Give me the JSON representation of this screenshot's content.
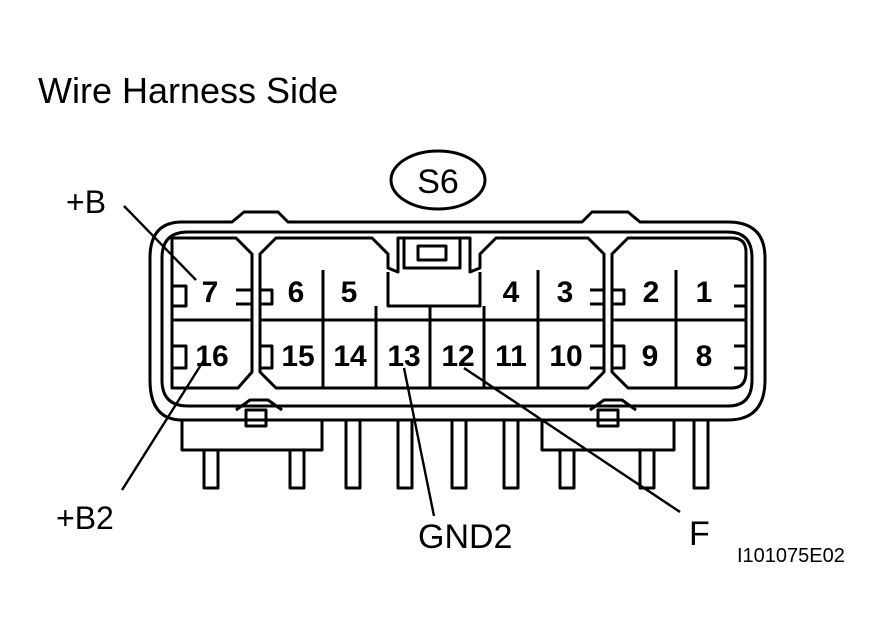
{
  "title": "Wire Harness Side",
  "connector": {
    "code": "S6",
    "pins_upper": [
      {
        "num": "7"
      },
      {
        "num": "6"
      },
      {
        "num": "5"
      },
      {
        "num": "4"
      },
      {
        "num": "3"
      },
      {
        "num": "2"
      },
      {
        "num": "1"
      }
    ],
    "pins_lower": [
      {
        "num": "16"
      },
      {
        "num": "15"
      },
      {
        "num": "14"
      },
      {
        "num": "13"
      },
      {
        "num": "12"
      },
      {
        "num": "11"
      },
      {
        "num": "10"
      },
      {
        "num": "9"
      },
      {
        "num": "8"
      }
    ]
  },
  "callouts": {
    "plus_b": "+B",
    "plus_b2": "+B2",
    "gnd2": "GND2",
    "f": "F"
  },
  "figure_code": "I101075E02"
}
